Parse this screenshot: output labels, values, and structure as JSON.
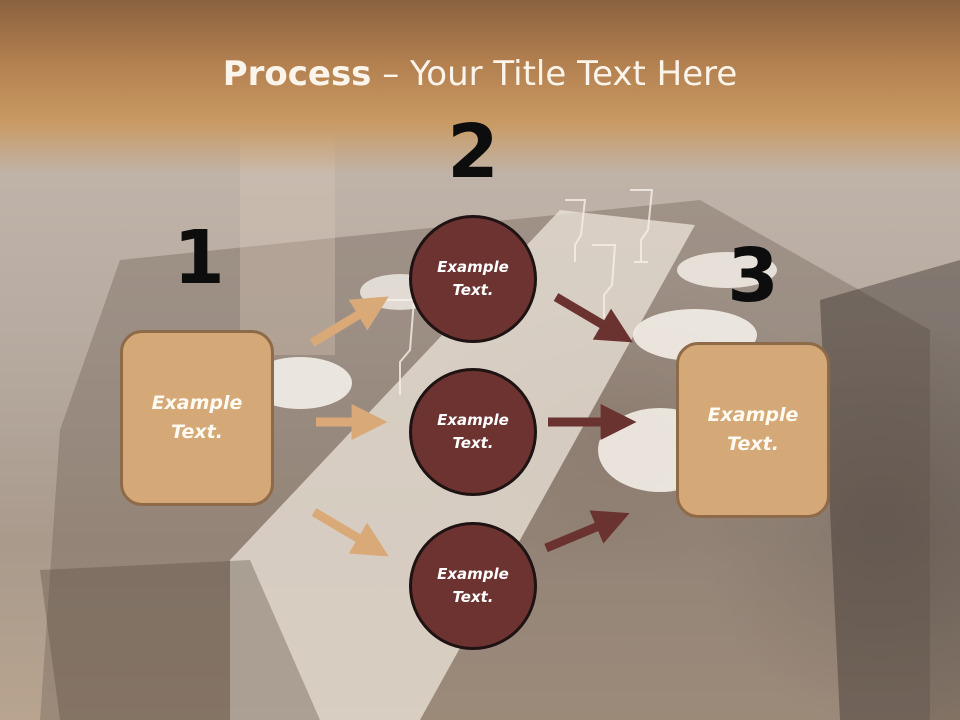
{
  "title": {
    "bold": "Process",
    "rest": " – Your Title Text Here"
  },
  "steps": [
    {
      "number": "1"
    },
    {
      "number": "2"
    },
    {
      "number": "3"
    }
  ],
  "left_box": {
    "line1": "Example",
    "line2": "Text."
  },
  "circles": [
    {
      "line1": "Example",
      "line2": "Text."
    },
    {
      "line1": "Example",
      "line2": "Text."
    },
    {
      "line1": "Example",
      "line2": "Text."
    }
  ],
  "right_box": {
    "line1": "Example",
    "line2": "Text."
  },
  "colors": {
    "tan_box": "#d5a877",
    "tan_arrow": "#d9a978",
    "maroon_circle": "#6c3331",
    "maroon_arrow": "#6b3330"
  }
}
